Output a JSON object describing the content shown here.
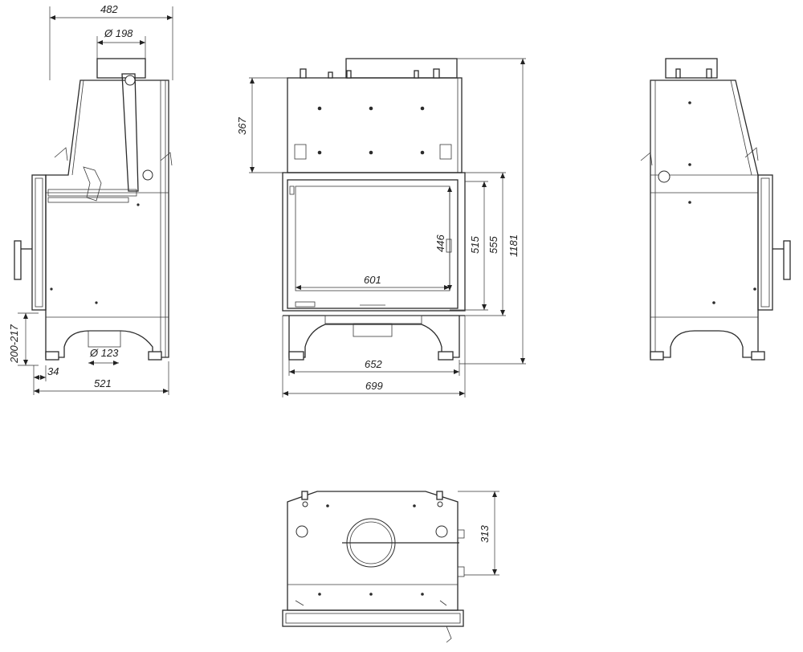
{
  "dimensions": {
    "side_width": "482",
    "flue_diameter": "Ø 198",
    "upper_height": "367",
    "glass_height": "446",
    "door_height": "515",
    "opening_height": "555",
    "total_height": "1181",
    "glass_width": "601",
    "leg_width": "652",
    "front_width": "699",
    "leg_height": "200-217",
    "leg_offset": "34",
    "air_inlet_diameter": "Ø 123",
    "side_depth": "521",
    "top_depth": "313"
  }
}
